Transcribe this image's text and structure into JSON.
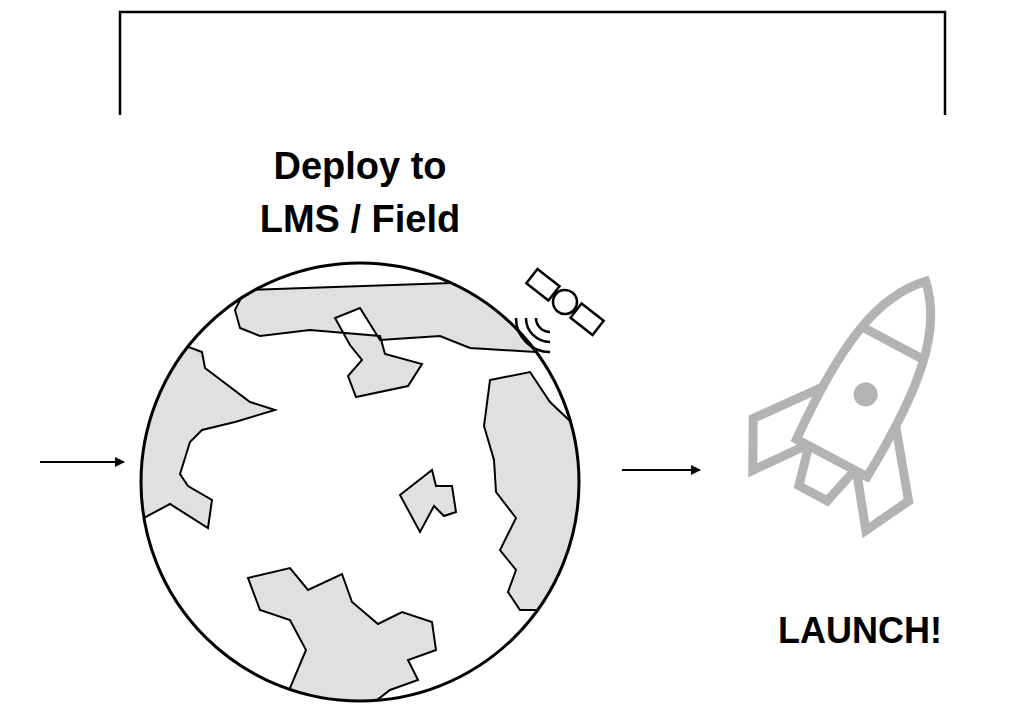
{
  "diagram": {
    "nodes": [
      {
        "text": [
          "Deploy to LMS / Field"
        ]
      },
      {
        "text": [
          "LAUNCH!"
        ]
      }
    ],
    "edges": [
      {
        "from": 0,
        "to": 1,
        "arrow": "to"
      }
    ]
  }
}
